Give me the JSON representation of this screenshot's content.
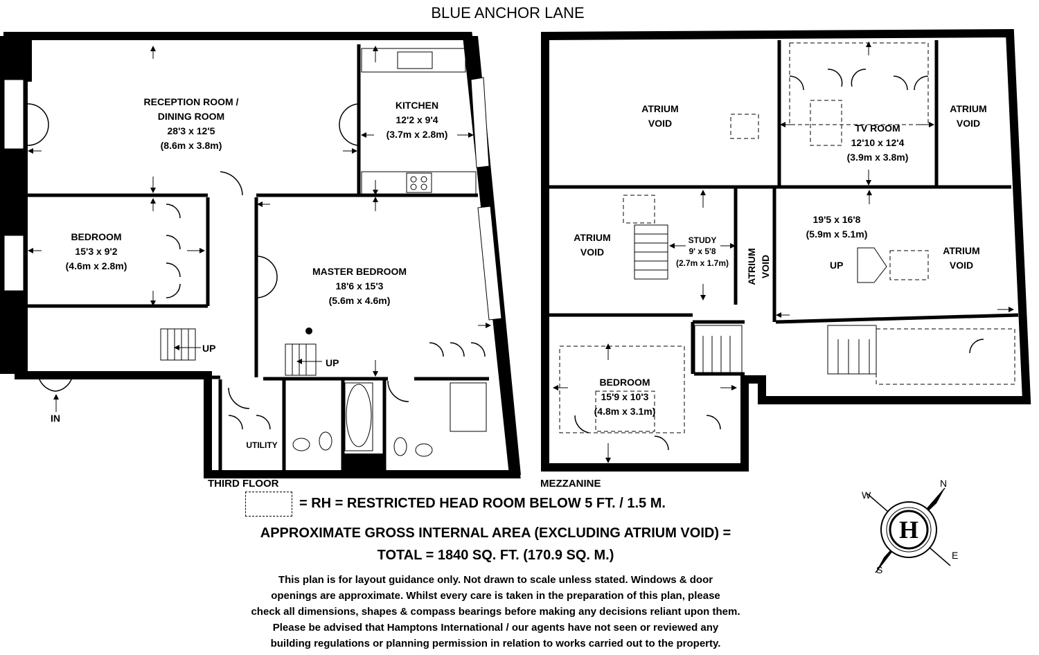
{
  "title": "BLUE ANCHOR LANE",
  "floors": {
    "third": "THIRD FLOOR",
    "mezzanine": "MEZZANINE"
  },
  "rooms": {
    "reception": {
      "name1": "RECEPTION ROOM /",
      "name2": "DINING ROOM",
      "imperial": "28'3 x 12'5",
      "metric": "(8.6m x 3.8m)"
    },
    "kitchen": {
      "name": "KITCHEN",
      "imperial": "12'2 x 9'4",
      "metric": "(3.7m x 2.8m)"
    },
    "bedroom_third": {
      "name": "BEDROOM",
      "imperial": "15'3 x 9'2",
      "metric": "(4.6m x 2.8m)"
    },
    "master": {
      "name": "MASTER BEDROOM",
      "imperial": "18'6 x 15'3",
      "metric": "(5.6m x 4.6m)"
    },
    "utility": {
      "name": "UTILITY"
    },
    "atrium_void_1": {
      "line1": "ATRIUM",
      "line2": "VOID"
    },
    "atrium_void_2": {
      "line1": "ATRIUM",
      "line2": "VOID"
    },
    "atrium_void_3": {
      "line1": "ATRIUM",
      "line2": "VOID"
    },
    "atrium_void_4": {
      "line1": "ATRIUM",
      "line2": "VOID"
    },
    "atrium_void_5": {
      "line1": "ATRIUM",
      "line2": "VOID"
    },
    "tv_room": {
      "name": "TV ROOM",
      "imperial": "12'10 x 12'4",
      "metric": "(3.9m x 3.8m)"
    },
    "study": {
      "name": "STUDY",
      "imperial": "9' x 5'8",
      "metric": "(2.7m x 1.7m)"
    },
    "gallery": {
      "imperial": "19'5 x 16'8",
      "metric": "(5.9m x 5.1m)"
    },
    "bedroom_mezz": {
      "name": "BEDROOM",
      "imperial": "15'9 x 10'3",
      "metric": "(4.8m x 3.1m)"
    }
  },
  "labels": {
    "up": "UP",
    "in": "IN"
  },
  "legend": "= RH = RESTRICTED HEAD ROOM BELOW 5 FT. / 1.5 M.",
  "area": {
    "line1": "APPROXIMATE GROSS INTERNAL AREA (EXCLUDING ATRIUM VOID) =",
    "line2": "TOTAL = 1840 SQ. FT. (170.9 SQ. M.)"
  },
  "disclaimer": [
    "This plan is for layout guidance only. Not drawn to scale unless stated. Windows & door",
    "openings are approximate. Whilst every care is taken in the preparation of this plan, please",
    "check all dimensions, shapes & compass bearings before making any decisions reliant upon them.",
    "Please be advised that Hamptons International / our agents have not seen or reviewed any",
    "building regulations or planning permission in relation to works carried out to the property."
  ],
  "compass": {
    "logo": "H",
    "n": "N",
    "e": "E",
    "s": "S",
    "w": "W"
  }
}
